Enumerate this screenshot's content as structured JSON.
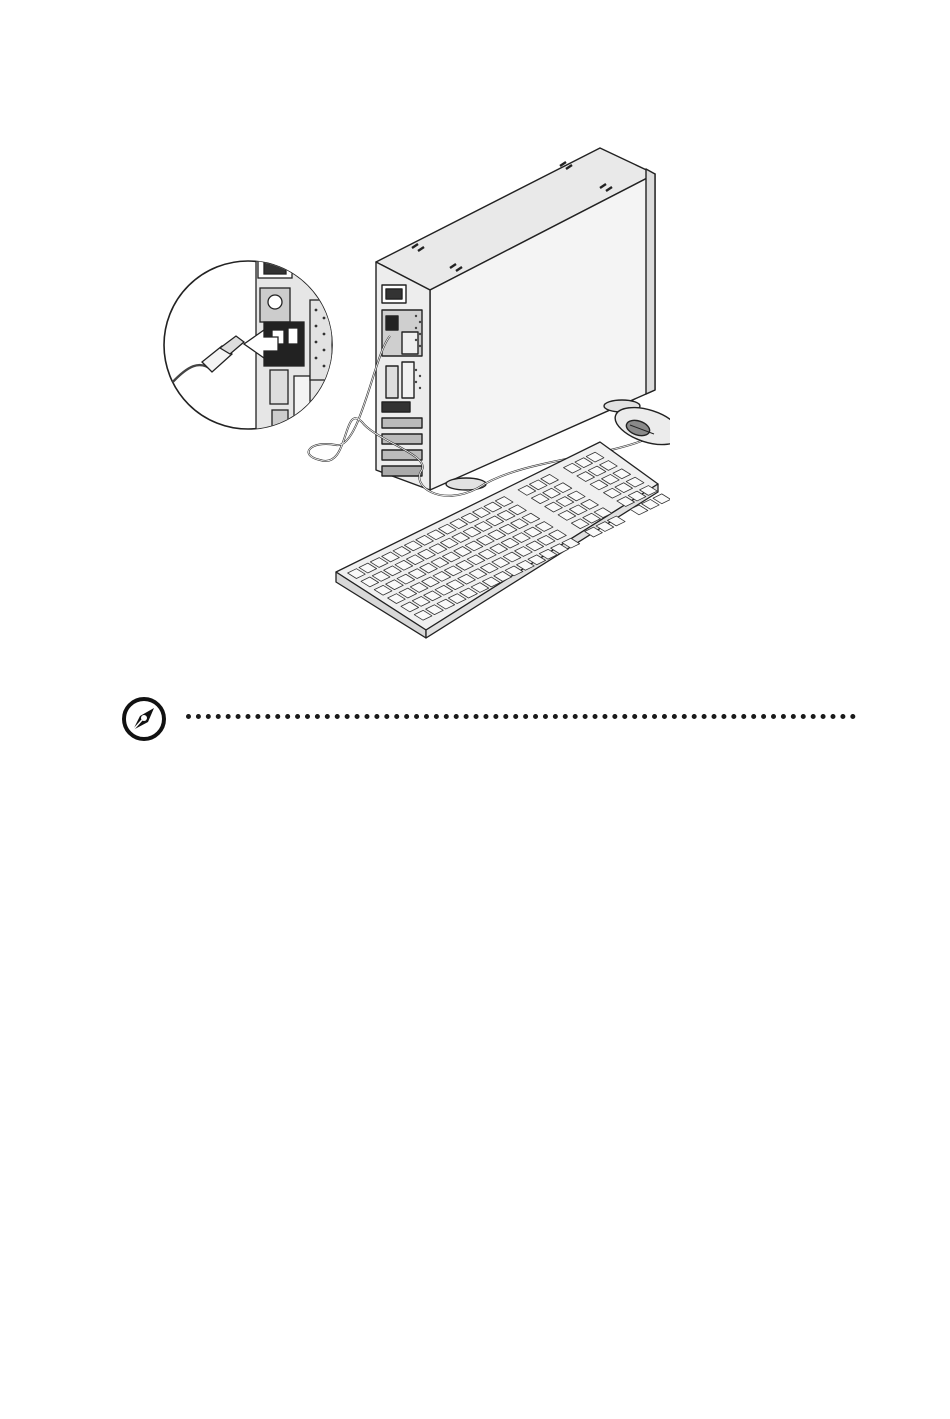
{
  "page": {
    "illustration": {
      "subject": "tower-pc-usb-mouse-keyboard-connection",
      "callout": "usb-port-zoom"
    },
    "note": {
      "icon": "note-pen-icon",
      "rule": "dotted"
    }
  }
}
